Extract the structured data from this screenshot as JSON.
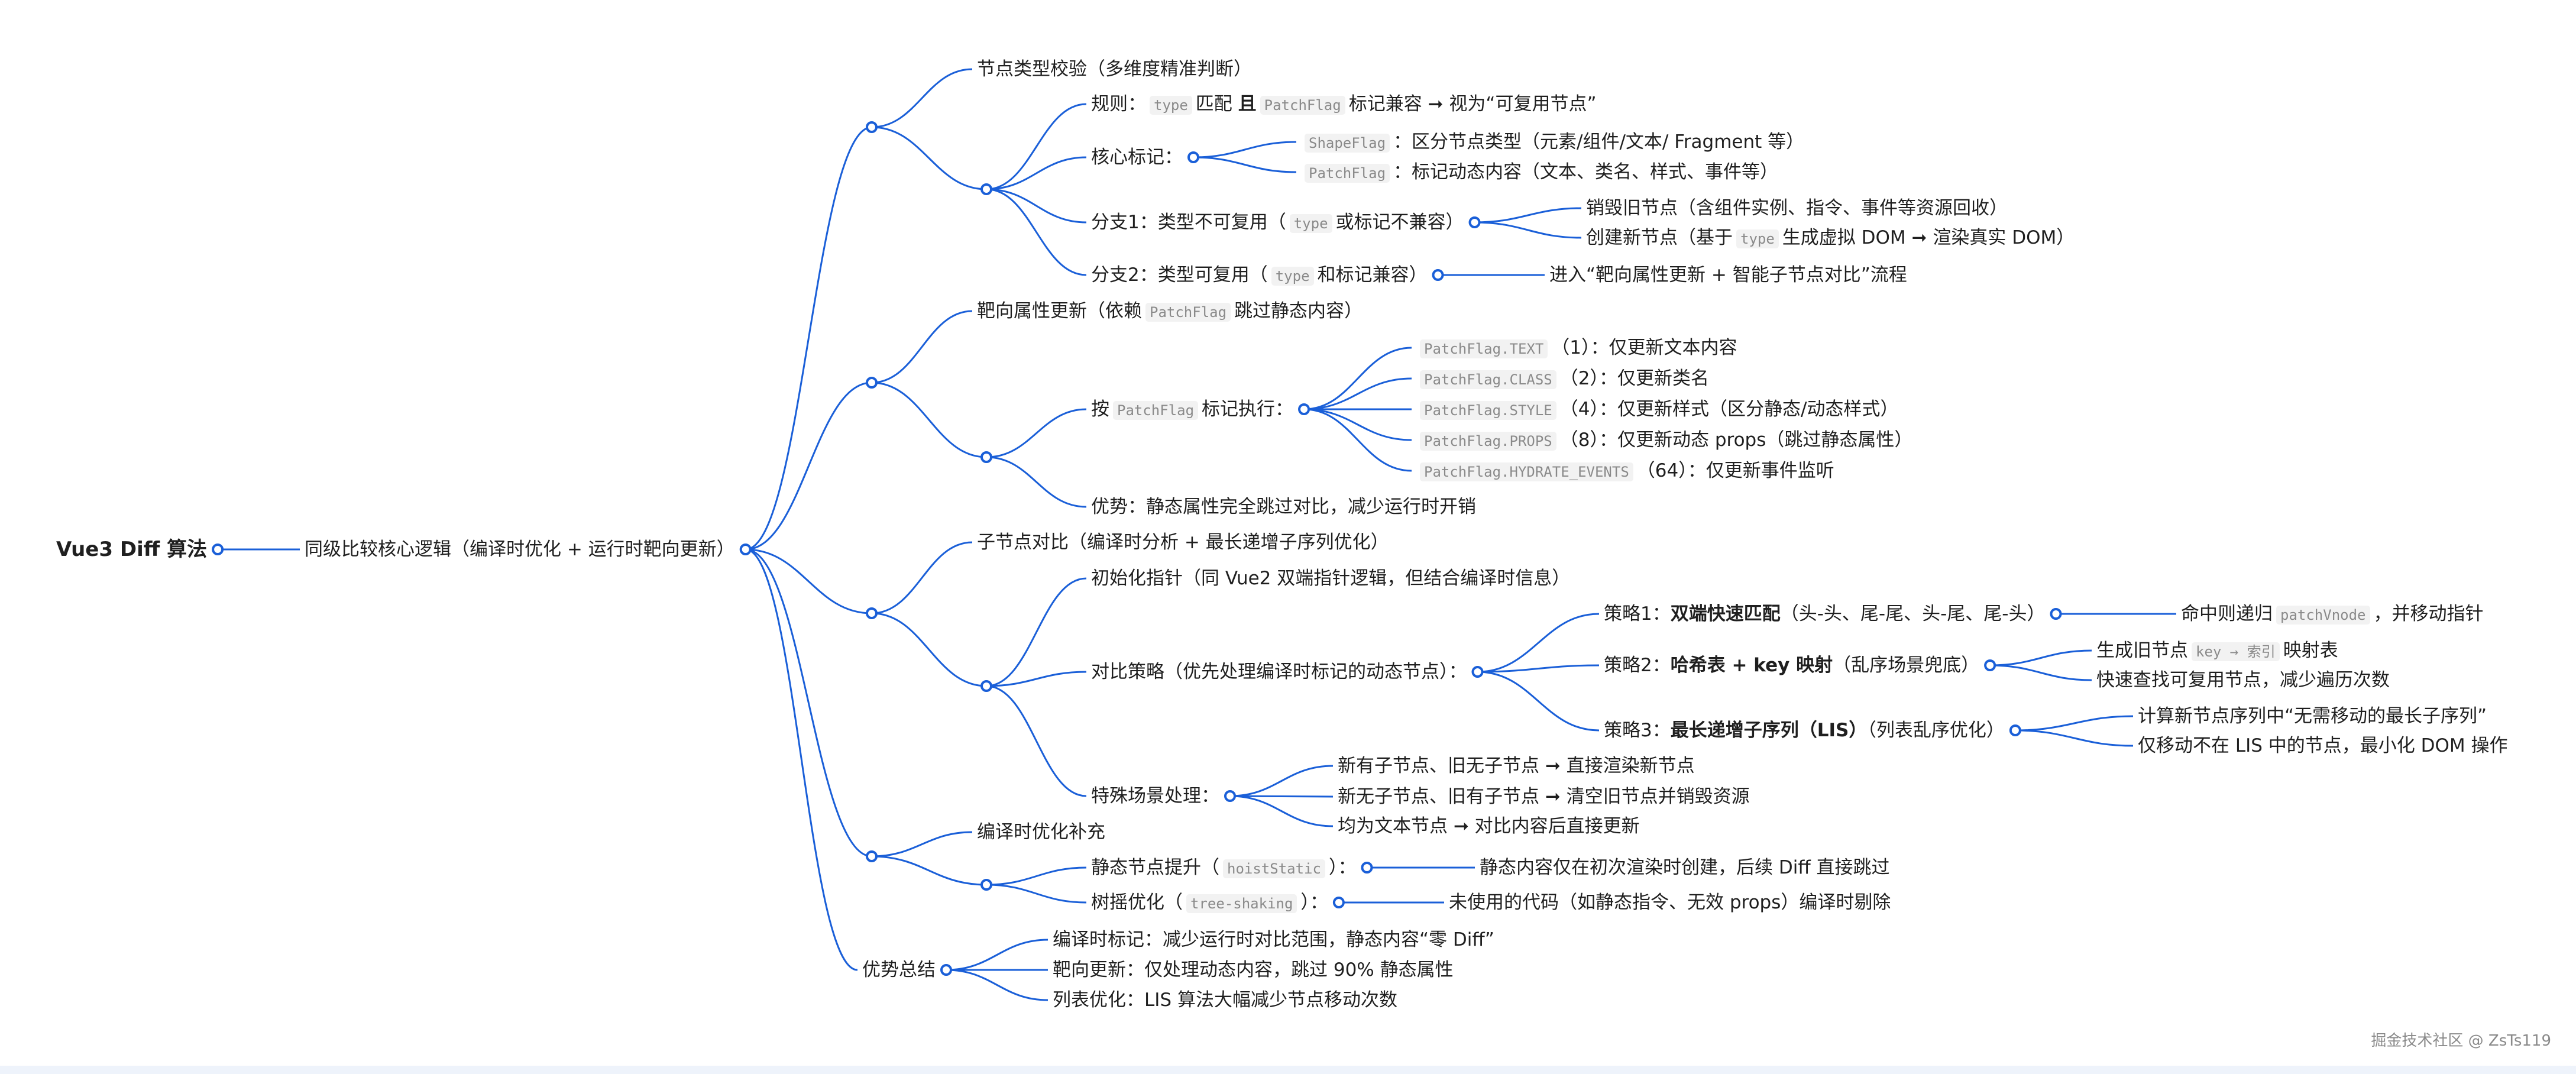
{
  "diagram": {
    "line_color": "#1a5fd8",
    "watermark": "掘金技术社区 @ ZsTs119",
    "nodes": [
      {
        "id": "n0",
        "parent": null,
        "segs": [
          [
            "Vue3 Diff 算法",
            "b"
          ]
        ]
      },
      {
        "id": "n1",
        "parent": "n0",
        "segs": [
          [
            "同级比较核心逻辑（编译时优化 + 运行时靶向更新）",
            ""
          ]
        ]
      },
      {
        "id": "n2",
        "parent": "n1",
        "segs": [],
        "junction": true
      },
      {
        "id": "n3",
        "parent": "n2",
        "segs": [
          [
            "节点类型校验（多维度精准判断）",
            ""
          ]
        ]
      },
      {
        "id": "n4",
        "parent": "n2",
        "segs": [],
        "junction": true
      },
      {
        "id": "n5",
        "parent": "n4",
        "segs": [
          [
            "规则：",
            ""
          ],
          [
            "type",
            "code"
          ],
          [
            "匹配 ",
            ""
          ],
          [
            "且",
            "b"
          ],
          [
            "PatchFlag",
            "code"
          ],
          [
            "标记兼容 ➞ 视为“可复用节点”",
            ""
          ]
        ]
      },
      {
        "id": "n6",
        "parent": "n4",
        "segs": [
          [
            "核心标记：",
            ""
          ]
        ]
      },
      {
        "id": "n7",
        "parent": "n6",
        "segs": [
          [
            "ShapeFlag",
            "code"
          ],
          [
            "：区分节点类型（元素/组件/文本/ Fragment 等）",
            ""
          ]
        ]
      },
      {
        "id": "n8",
        "parent": "n6",
        "segs": [
          [
            "PatchFlag",
            "code"
          ],
          [
            "：标记动态内容（文本、类名、样式、事件等）",
            ""
          ]
        ]
      },
      {
        "id": "n9",
        "parent": "n4",
        "segs": [
          [
            "分支1：类型不可复用（",
            ""
          ],
          [
            "type",
            "code"
          ],
          [
            "或标记不兼容）",
            ""
          ]
        ]
      },
      {
        "id": "n10",
        "parent": "n9",
        "segs": [
          [
            "销毁旧节点（含组件实例、指令、事件等资源回收）",
            ""
          ]
        ]
      },
      {
        "id": "n11",
        "parent": "n9",
        "segs": [
          [
            "创建新节点（基于",
            ""
          ],
          [
            "type",
            "code"
          ],
          [
            "生成虚拟 DOM ➞ 渲染真实 DOM）",
            ""
          ]
        ]
      },
      {
        "id": "n12",
        "parent": "n4",
        "segs": [
          [
            "分支2：类型可复用（",
            ""
          ],
          [
            "type",
            "code"
          ],
          [
            "和标记兼容）",
            ""
          ]
        ]
      },
      {
        "id": "n13",
        "parent": "n12",
        "segs": [
          [
            "进入“靶向属性更新 + 智能子节点对比”流程",
            ""
          ]
        ]
      },
      {
        "id": "n14",
        "parent": "n1",
        "segs": [],
        "junction": true
      },
      {
        "id": "n15",
        "parent": "n14",
        "segs": [
          [
            "靶向属性更新（依赖",
            ""
          ],
          [
            "PatchFlag",
            "code"
          ],
          [
            "跳过静态内容）",
            ""
          ]
        ]
      },
      {
        "id": "n16",
        "parent": "n14",
        "segs": [],
        "junction": true
      },
      {
        "id": "n17",
        "parent": "n16",
        "segs": [
          [
            "按",
            ""
          ],
          [
            "PatchFlag",
            "code"
          ],
          [
            "标记执行：",
            ""
          ]
        ]
      },
      {
        "id": "n18",
        "parent": "n17",
        "segs": [
          [
            "PatchFlag.TEXT",
            "code"
          ],
          [
            "（1）：仅更新文本内容",
            ""
          ]
        ]
      },
      {
        "id": "n19",
        "parent": "n17",
        "segs": [
          [
            "PatchFlag.CLASS",
            "code"
          ],
          [
            "（2）：仅更新类名",
            ""
          ]
        ]
      },
      {
        "id": "n20",
        "parent": "n17",
        "segs": [
          [
            "PatchFlag.STYLE",
            "code"
          ],
          [
            "（4）：仅更新样式（区分静态/动态样式）",
            ""
          ]
        ]
      },
      {
        "id": "n21",
        "parent": "n17",
        "segs": [
          [
            "PatchFlag.PROPS",
            "code"
          ],
          [
            "（8）：仅更新动态 props（跳过静态属性）",
            ""
          ]
        ]
      },
      {
        "id": "n22",
        "parent": "n17",
        "segs": [
          [
            "PatchFlag.HYDRATE_EVENTS",
            "code"
          ],
          [
            "（64）：仅更新事件监听",
            ""
          ]
        ]
      },
      {
        "id": "n23",
        "parent": "n16",
        "segs": [
          [
            "优势：静态属性完全跳过对比，减少运行时开销",
            ""
          ]
        ]
      },
      {
        "id": "n24",
        "parent": "n1",
        "segs": [],
        "junction": true
      },
      {
        "id": "n25",
        "parent": "n24",
        "segs": [
          [
            "子节点对比（编译时分析 + 最长递增子序列优化）",
            ""
          ]
        ]
      },
      {
        "id": "n26",
        "parent": "n24",
        "segs": [],
        "junction": true
      },
      {
        "id": "n27",
        "parent": "n26",
        "segs": [
          [
            "初始化指针（同 Vue2 双端指针逻辑，但结合编译时信息）",
            ""
          ]
        ]
      },
      {
        "id": "n28",
        "parent": "n26",
        "segs": [
          [
            "对比策略（优先处理编译时标记的动态节点）：",
            ""
          ]
        ]
      },
      {
        "id": "n29",
        "parent": "n28",
        "segs": [
          [
            "策略1：",
            ""
          ],
          [
            "双端快速匹配",
            "b"
          ],
          [
            "（头-头、尾-尾、头-尾、尾-头）",
            ""
          ]
        ]
      },
      {
        "id": "n30",
        "parent": "n29",
        "segs": [
          [
            "命中则递归",
            ""
          ],
          [
            "patchVnode",
            "code"
          ],
          [
            "，并移动指针",
            ""
          ]
        ]
      },
      {
        "id": "n31",
        "parent": "n28",
        "segs": [
          [
            "策略2：",
            ""
          ],
          [
            "哈希表 + key 映射",
            "b"
          ],
          [
            "（乱序场景兜底）",
            ""
          ]
        ]
      },
      {
        "id": "n32",
        "parent": "n31",
        "segs": [
          [
            "生成旧节点",
            ""
          ],
          [
            "key → 索引",
            "code"
          ],
          [
            "映射表",
            ""
          ]
        ]
      },
      {
        "id": "n33",
        "parent": "n31",
        "segs": [
          [
            "快速查找可复用节点，减少遍历次数",
            ""
          ]
        ]
      },
      {
        "id": "n34",
        "parent": "n28",
        "segs": [
          [
            "策略3：",
            ""
          ],
          [
            "最长递增子序列（LIS）",
            "b"
          ],
          [
            "（列表乱序优化）",
            ""
          ]
        ]
      },
      {
        "id": "n35",
        "parent": "n34",
        "segs": [
          [
            "计算新节点序列中“无需移动的最长子序列”",
            ""
          ]
        ]
      },
      {
        "id": "n36",
        "parent": "n34",
        "segs": [
          [
            "仅移动不在 LIS 中的节点，最小化 DOM 操作",
            ""
          ]
        ]
      },
      {
        "id": "n37",
        "parent": "n26",
        "segs": [
          [
            "特殊场景处理：",
            ""
          ]
        ]
      },
      {
        "id": "n38",
        "parent": "n37",
        "segs": [
          [
            "新有子节点、旧无子节点 ➞ 直接渲染新节点",
            ""
          ]
        ]
      },
      {
        "id": "n39",
        "parent": "n37",
        "segs": [
          [
            "新无子节点、旧有子节点 ➞ 清空旧节点并销毁资源",
            ""
          ]
        ]
      },
      {
        "id": "n40",
        "parent": "n37",
        "segs": [
          [
            "均为文本节点 ➞ 对比内容后直接更新",
            ""
          ]
        ]
      },
      {
        "id": "n41",
        "parent": "n1",
        "segs": [],
        "junction": true
      },
      {
        "id": "n42",
        "parent": "n41",
        "segs": [
          [
            "编译时优化补充",
            ""
          ]
        ]
      },
      {
        "id": "n43",
        "parent": "n41",
        "segs": [],
        "junction": true
      },
      {
        "id": "n44",
        "parent": "n43",
        "segs": [
          [
            "静态节点提升（",
            ""
          ],
          [
            "hoistStatic",
            "code"
          ],
          [
            "）：",
            ""
          ]
        ]
      },
      {
        "id": "n45",
        "parent": "n44",
        "segs": [
          [
            "静态内容仅在初次渲染时创建，后续 Diff 直接跳过",
            ""
          ]
        ]
      },
      {
        "id": "n46",
        "parent": "n43",
        "segs": [
          [
            "树摇优化（",
            ""
          ],
          [
            "tree-shaking",
            "code"
          ],
          [
            "）：",
            ""
          ]
        ]
      },
      {
        "id": "n47",
        "parent": "n46",
        "segs": [
          [
            "未使用的代码（如静态指令、无效 props）编译时剔除",
            ""
          ]
        ]
      },
      {
        "id": "n48",
        "parent": "n1",
        "segs": [
          [
            "优势总结",
            ""
          ]
        ]
      },
      {
        "id": "n49",
        "parent": "n48",
        "segs": [
          [
            "编译时标记：减少运行时对比范围，静态内容“零 Diff”",
            ""
          ]
        ]
      },
      {
        "id": "n50",
        "parent": "n48",
        "segs": [
          [
            "靶向更新：仅处理动态内容，跳过 90% 静态属性",
            ""
          ]
        ]
      },
      {
        "id": "n51",
        "parent": "n48",
        "segs": [
          [
            "列表优化：LIS 算法大幅减少节点移动次数",
            ""
          ]
        ]
      }
    ]
  }
}
